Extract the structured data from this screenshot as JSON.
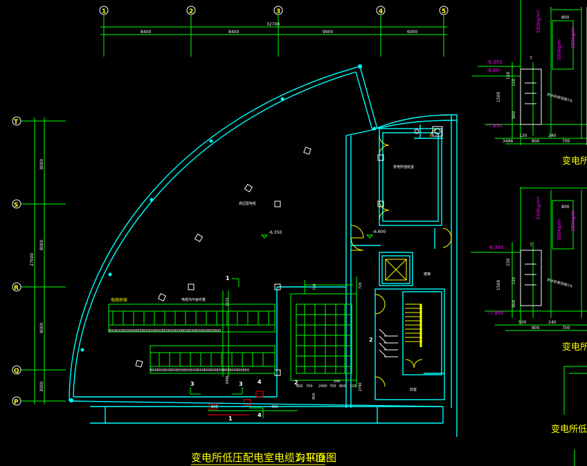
{
  "axes_top": [
    "1",
    "2",
    "3",
    "4",
    "5"
  ],
  "axes_left": [
    "T",
    "S",
    "R",
    "Q",
    "P"
  ],
  "top_dims": {
    "total": "32700",
    "spans": [
      "8400",
      "8400",
      "9900",
      "6000"
    ]
  },
  "left_dims": {
    "total": "27000",
    "spans": [
      "8000",
      "8000",
      "8000",
      "3000"
    ]
  },
  "rooms": {
    "main": "高压配电柜",
    "side": "变电所值班室",
    "stair_a": "楼梯",
    "stair_b": "前室"
  },
  "elevations": {
    "main_floor": "-6.350",
    "corridor": "-6.600"
  },
  "tray_label": "电缆桥架",
  "tray_label2": "电缆沟平面布置",
  "trench_values": {
    "row_a": "800800800800800800800800800800800800800800800800800",
    "row_b": "800800800800800800800800800800800800800800800",
    "col_a": "1225",
    "col_b": "720",
    "col_c": "720",
    "bottom_a": "2400",
    "bottom_b": "700",
    "bottom_c": "800",
    "bottom_d": "120",
    "bottom_e": "240",
    "bottom_f": "2790",
    "bottom_g": "950",
    "bottom_h": "800",
    "bottom_i": "700",
    "bottom_j": "3496",
    "bottom_k": "450",
    "bottom_l": "800"
  },
  "section_marks": [
    "1",
    "2",
    "3",
    "4"
  ],
  "plan_title": "变电所低压配电室电缆沟平面图",
  "plan_scale": "1:100",
  "right_panel": {
    "load_a": "250kg/m²",
    "load_b": "300kg/m",
    "load_c": "300kg/m",
    "width_top": "800",
    "elev_a": "-6.350",
    "elev_b": "-6.60",
    "elev_c": "-7.850",
    "dims_v": [
      "150",
      "150",
      "1500",
      "900"
    ],
    "dims_h": [
      "120",
      "800",
      "240",
      "700"
    ],
    "dim_left": "3496",
    "marker": "7",
    "note": "防水砂浆找坡1%",
    "title_a": "变电所低",
    "elev_d": "-6.350",
    "elev_e": "-7.850",
    "dims_h2": [
      "500",
      "800",
      "240",
      "700"
    ],
    "title_b": "变电所低",
    "title_c": "变电所低压"
  }
}
